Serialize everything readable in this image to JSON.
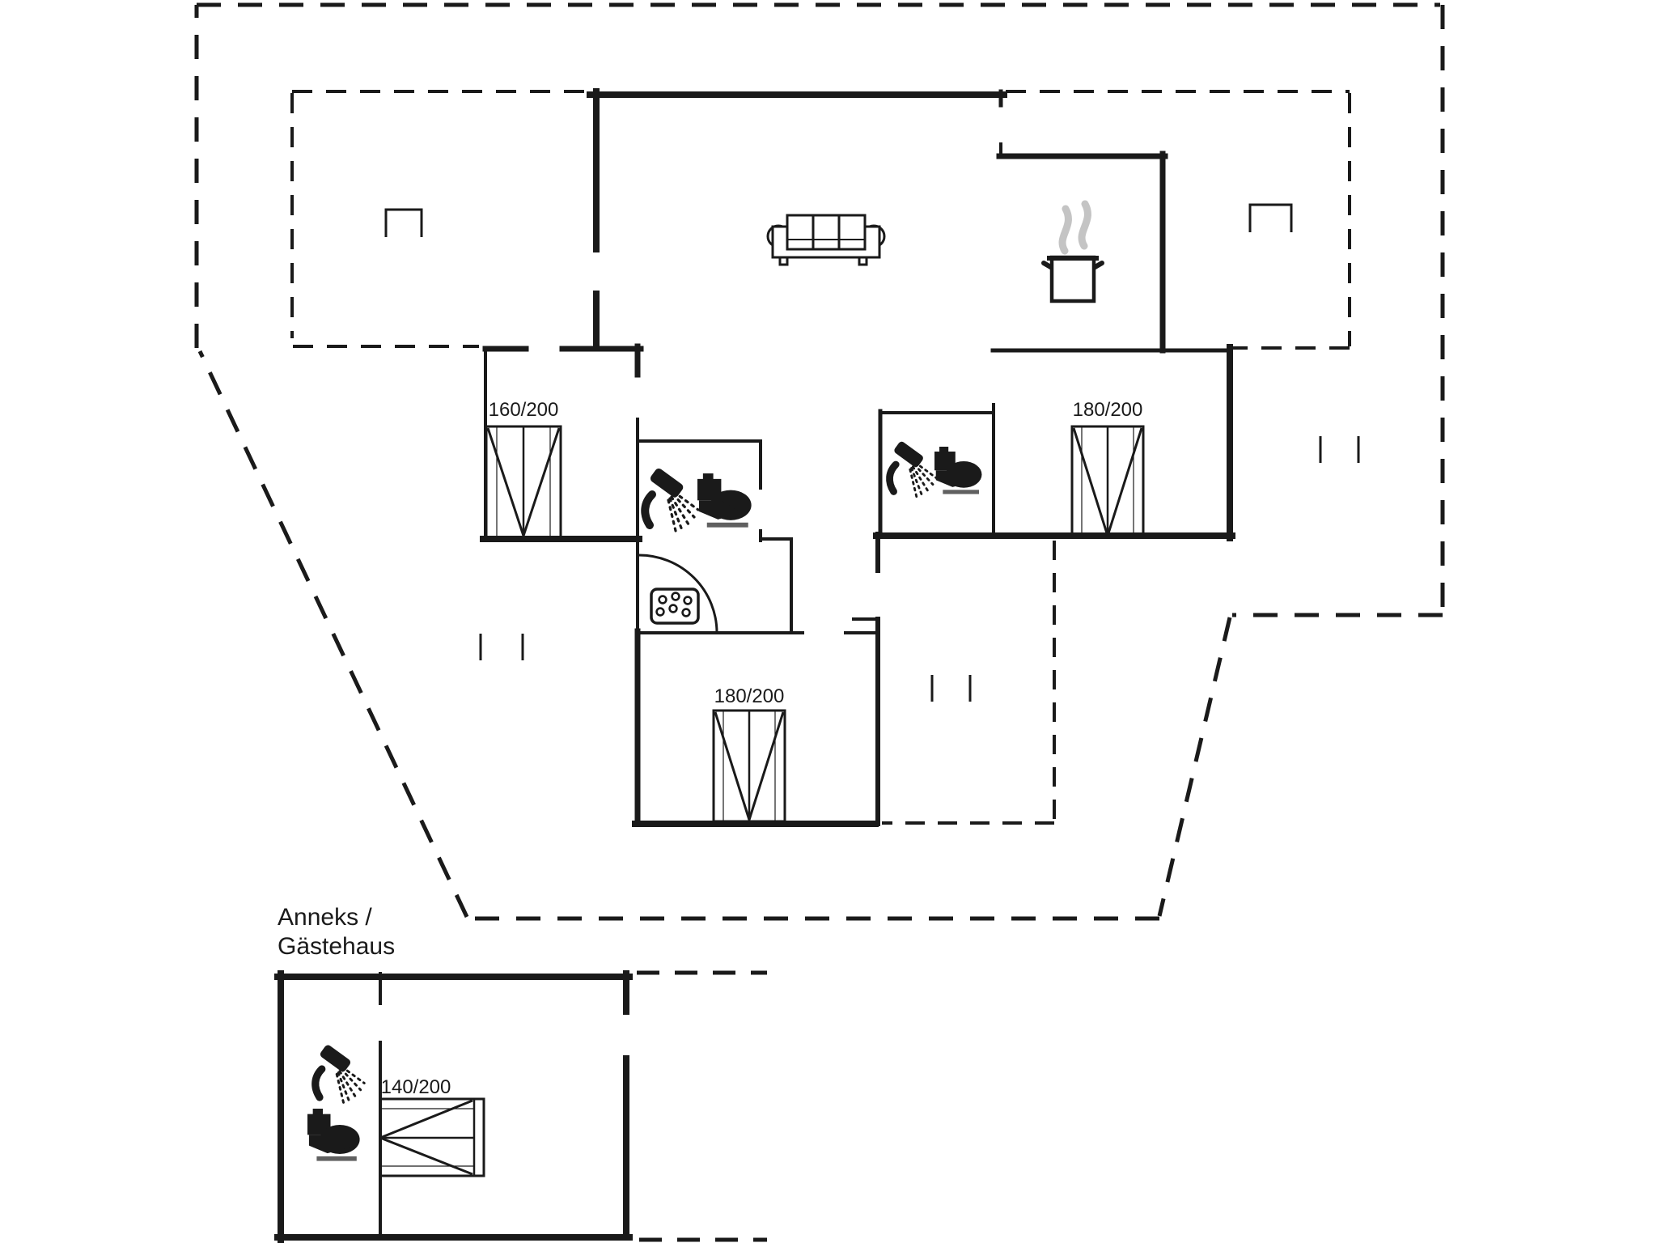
{
  "plan": {
    "title": "holiday-home-floor-plan",
    "colors": {
      "ink": "#1a1a1a",
      "steam": "#c4c4c4",
      "background": "#ffffff"
    },
    "beds": [
      {
        "id": "bed-main-left",
        "label": "160/200"
      },
      {
        "id": "bed-main-right",
        "label": "180/200"
      },
      {
        "id": "bed-main-bottom",
        "label": "180/200"
      },
      {
        "id": "bed-annex",
        "label": "140/200"
      }
    ],
    "annex": {
      "label_line1": "Anneks /",
      "label_line2": "Gästehaus"
    },
    "icons": {
      "sofa": "sofa-icon",
      "cooking_pot": "cooking-pot-icon",
      "steam": "steam-icon",
      "hob": "hob-icon",
      "shower": "shower-icon",
      "toilet": "toilet-icon",
      "door_swing": "door-swing-arc"
    }
  }
}
